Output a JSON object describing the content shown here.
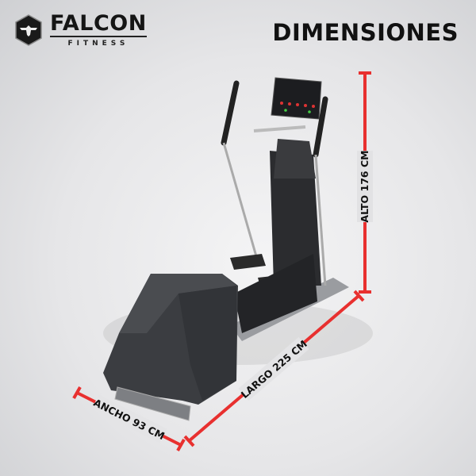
{
  "brand": {
    "name": "FALCON",
    "subtitle": "FITNESS"
  },
  "title": "DIMENSIONES",
  "dimensions": {
    "height_label": "ALTO 176 CM",
    "length_label": "LARGO 225 CM",
    "width_label": "ANCHO 93 CM"
  },
  "colors": {
    "dimension_line": "#e8302f",
    "text": "#111111",
    "machine": "#3a3c40"
  }
}
